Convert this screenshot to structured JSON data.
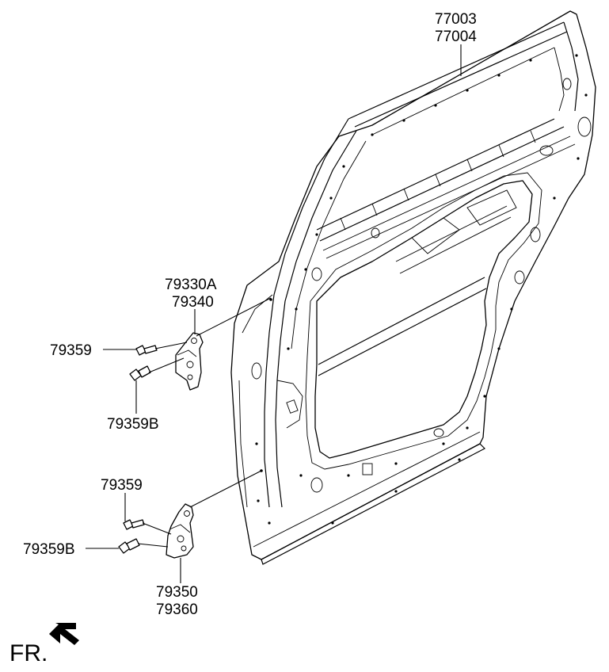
{
  "labels": {
    "door_panel_a": "77003",
    "door_panel_b": "77004",
    "upper_hinge_a": "79330A",
    "upper_hinge_b": "79340",
    "upper_bolt": "79359",
    "upper_bolt_b": "79359B",
    "lower_bolt": "79359",
    "lower_bolt_b": "79359B",
    "lower_hinge_a": "79350",
    "lower_hinge_b": "79360",
    "direction": "FR."
  },
  "icons": {
    "direction_arrow": "arrow-down-left-icon"
  }
}
